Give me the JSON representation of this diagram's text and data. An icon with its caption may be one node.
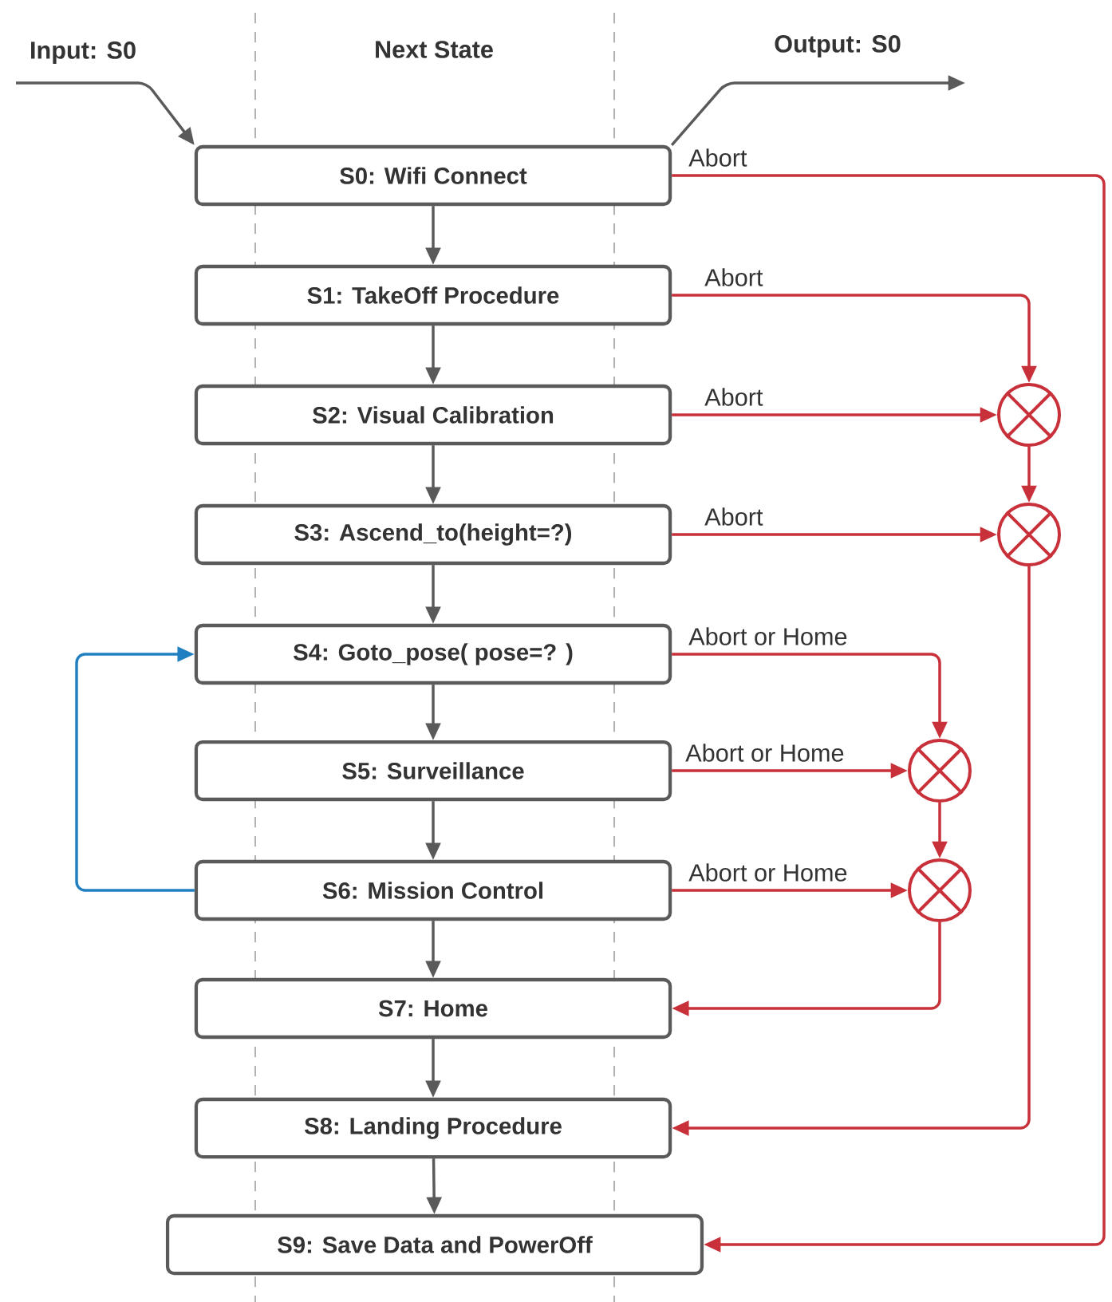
{
  "diagram": {
    "nodes": [
      {
        "text": [
          "S0: Wifi Connect"
        ]
      },
      {
        "text": [
          "S1: TakeOff Procedure"
        ]
      },
      {
        "text": [
          "S2: Visual Calibration"
        ]
      },
      {
        "text": [
          "S3: Ascend_to(height=?)"
        ]
      },
      {
        "text": [
          "S4: Goto_pose( pose=? )"
        ]
      },
      {
        "text": [
          "S5: Surveillance"
        ]
      },
      {
        "text": [
          "S6: Mission Control"
        ]
      },
      {
        "text": [
          "S7: Home"
        ]
      },
      {
        "text": [
          "S8: Landing Procedure"
        ]
      },
      {
        "text": [
          "S9: Save Data and PowerOff"
        ]
      },
      {
        "text": [],
        "shape": "circle"
      },
      {
        "text": [],
        "shape": "circle"
      },
      {
        "text": [],
        "shape": "circle"
      },
      {
        "text": [],
        "shape": "circle"
      }
    ],
    "edges": [
      {
        "from": null,
        "to": 0,
        "arrow": "to"
      },
      {
        "from": 0,
        "to": null,
        "arrow": "to"
      },
      {
        "from": 0,
        "to": 1,
        "arrow": "to"
      },
      {
        "from": 1,
        "to": 2,
        "arrow": "to"
      },
      {
        "from": 2,
        "to": 3,
        "arrow": "to"
      },
      {
        "from": 3,
        "to": 4,
        "arrow": "to"
      },
      {
        "from": 4,
        "to": 5,
        "arrow": "to"
      },
      {
        "from": 5,
        "to": 6,
        "arrow": "to"
      },
      {
        "from": 6,
        "to": 7,
        "arrow": "to"
      },
      {
        "from": 7,
        "to": 8,
        "arrow": "to"
      },
      {
        "from": 8,
        "to": 9,
        "arrow": "to"
      },
      {
        "from": 6,
        "to": 4,
        "arrow": "to",
        "color": "#1f7fc0"
      },
      {
        "from": 0,
        "to": 9,
        "arrow": "to",
        "label": "Abort",
        "color": "#c8303a"
      },
      {
        "from": 1,
        "to": 10,
        "arrow": "to",
        "label": "Abort",
        "color": "#c8303a"
      },
      {
        "from": 2,
        "to": 10,
        "arrow": "to",
        "label": "Abort",
        "color": "#c8303a"
      },
      {
        "from": 10,
        "to": 11,
        "arrow": "to",
        "color": "#c8303a"
      },
      {
        "from": 3,
        "to": 11,
        "arrow": "to",
        "label": "Abort",
        "color": "#c8303a"
      },
      {
        "from": 11,
        "to": 8,
        "arrow": "to",
        "color": "#c8303a"
      },
      {
        "from": 4,
        "to": 12,
        "arrow": "to",
        "label": "Abort or Home",
        "color": "#c8303a"
      },
      {
        "from": 5,
        "to": 12,
        "arrow": "to",
        "label": "Abort or Home",
        "color": "#c8303a"
      },
      {
        "from": 12,
        "to": 13,
        "arrow": "to",
        "color": "#c8303a"
      },
      {
        "from": 6,
        "to": 13,
        "arrow": "to",
        "label": "Abort or Home",
        "color": "#c8303a"
      },
      {
        "from": 13,
        "to": 7,
        "arrow": "to",
        "color": "#c8303a"
      }
    ],
    "labels": [
      "Input: S0",
      "Next State",
      "Output: S0"
    ]
  }
}
